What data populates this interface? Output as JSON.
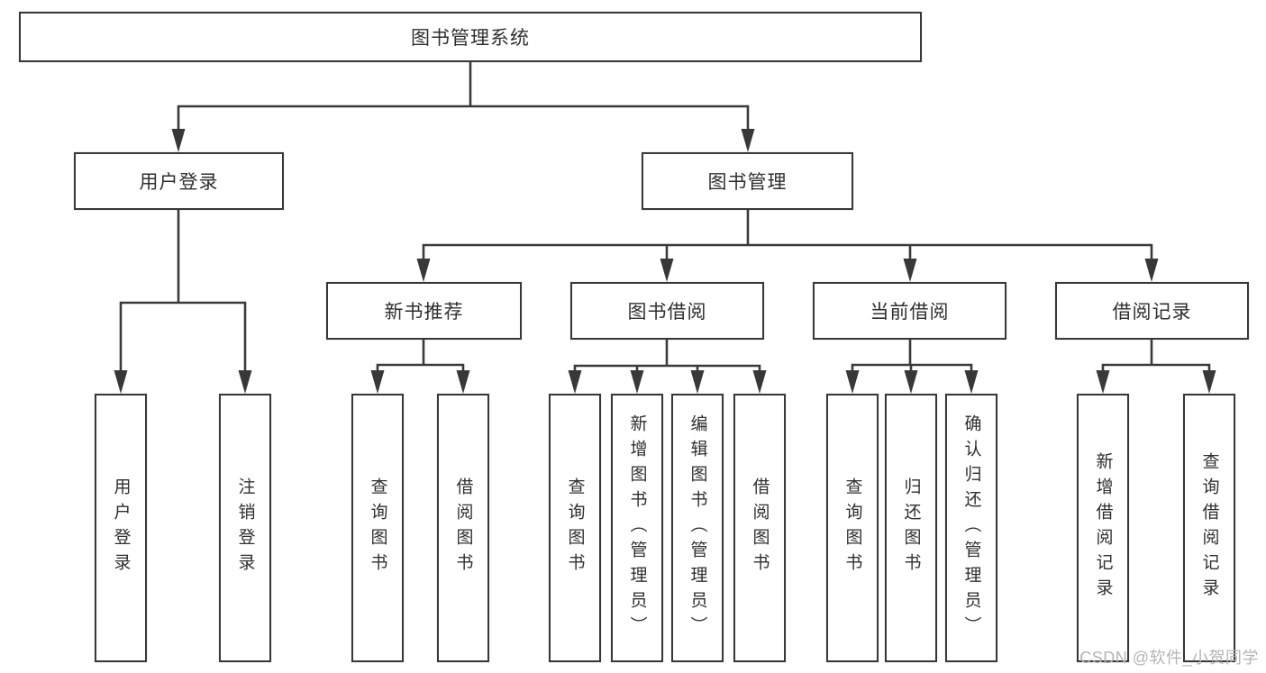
{
  "colors": {
    "line": "#3a3a3a",
    "box_border": "#383838",
    "text": "#2f2f2f",
    "watermark_text": "#b4b4b4",
    "background": "#ffffff"
  },
  "root": {
    "label": "图书管理系统"
  },
  "branches": {
    "user_login": "用户登录",
    "book_management": "图书管理"
  },
  "modules": {
    "new_book_recommend": "新书推荐",
    "book_borrowing": "图书借阅",
    "current_borrowing": "当前借阅",
    "borrow_records": "借阅记录"
  },
  "leaves": {
    "user_login": "用户登录",
    "logout": "注销登录",
    "query_books_1": "查询图书",
    "borrow_books_1": "借阅图书",
    "query_books_2": "查询图书",
    "add_books_admin": "新增图书（管理员）",
    "edit_books_admin": "编辑图书（管理员）",
    "borrow_books_2": "借阅图书",
    "query_books_3": "查询图书",
    "return_books": "归还图书",
    "confirm_return_admin": "确认归还（管理员）",
    "add_borrow_record": "新增借阅记录",
    "query_borrow_record": "查询借阅记录"
  },
  "watermark": "CSDN @软件_小贺同学"
}
